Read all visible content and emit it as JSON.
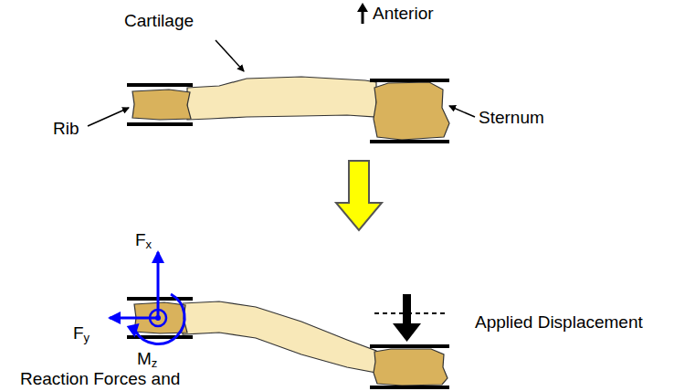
{
  "diagram": {
    "labels": [
      "Cartilage",
      "Anterior",
      "Rib",
      "Sternum",
      "Fx",
      "Fy",
      "Mz",
      "Applied Displacement",
      "Reaction Forces and"
    ]
  }
}
